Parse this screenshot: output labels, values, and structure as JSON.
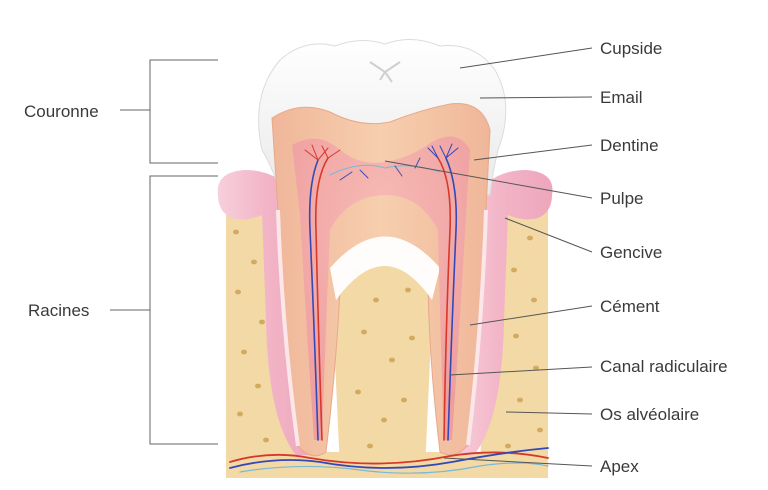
{
  "labels": {
    "crown": "Couronne",
    "roots": "Racines",
    "cusp": "Cupside",
    "enamel": "Email",
    "dentin": "Dentine",
    "pulp": "Pulpe",
    "gum": "Gencive",
    "cementum": "Cément",
    "root_canal": "Canal radiculaire",
    "alveolar_bone": "Os alvéolaire",
    "apex": "Apex"
  },
  "colors": {
    "enamel": "#f6f6f6",
    "dentin": "#f4c8a0",
    "pulp": "#f3a6a8",
    "gum": "#f0b8c8",
    "bone": "#f3d9a6",
    "bone_pore": "#c89a4a",
    "vein": "#3448b8",
    "artery": "#d83828",
    "nerve": "#7ab8d8",
    "leader": "#555555"
  }
}
